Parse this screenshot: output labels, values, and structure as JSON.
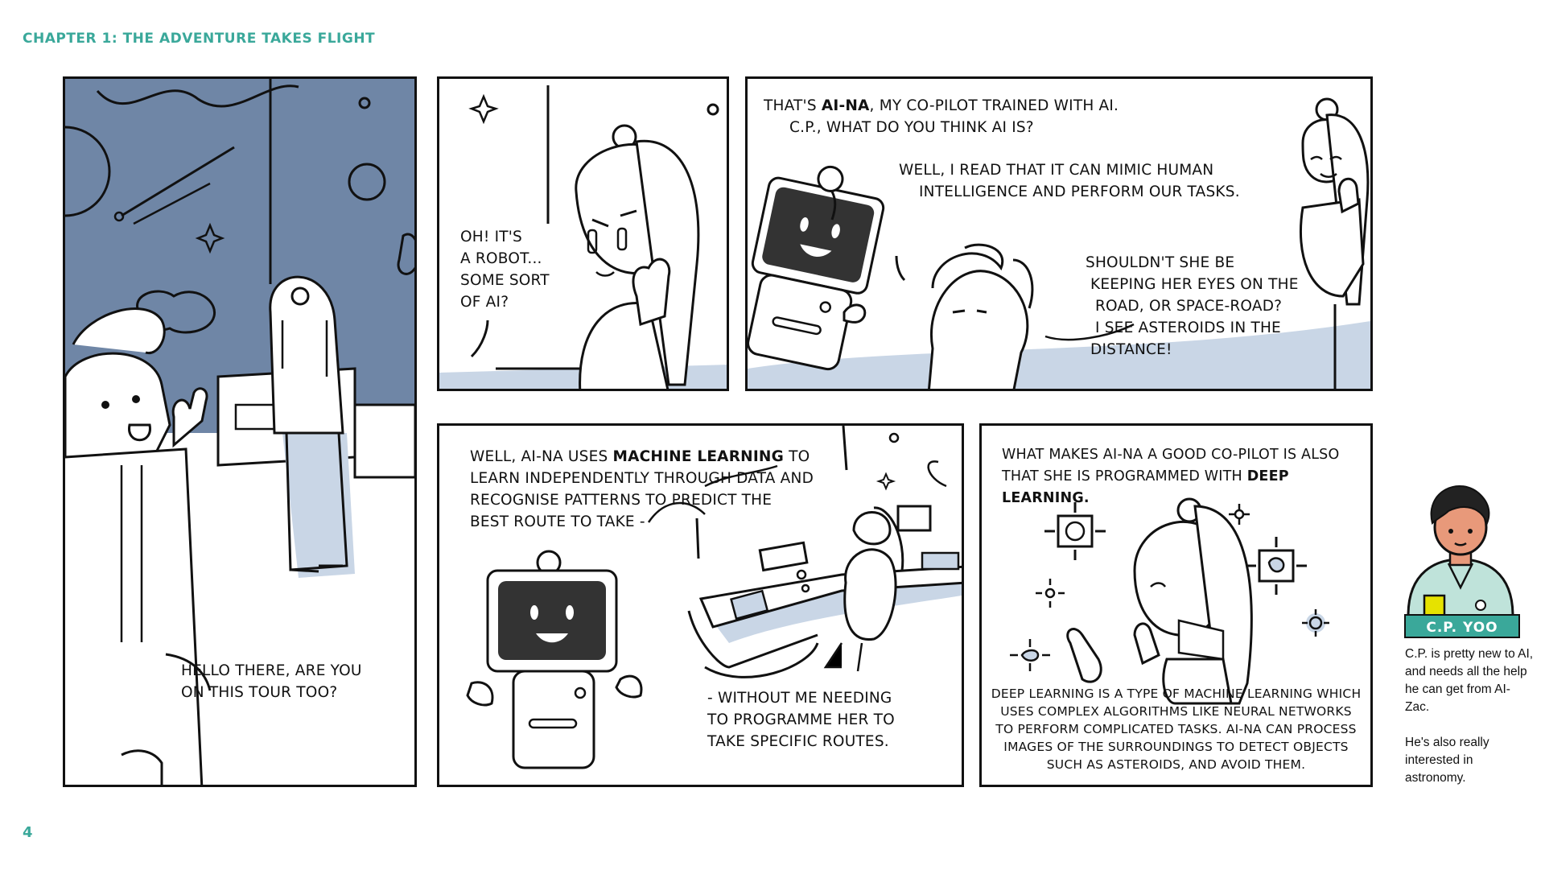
{
  "header": {
    "chapter_title": "CHAPTER 1: THE ADVENTURE TAKES FLIGHT"
  },
  "footer": {
    "page_number": "4"
  },
  "panels": {
    "p1": {
      "caption_line1": "HELLO THERE, ARE YOU",
      "caption_line2": "ON THIS TOUR TOO?"
    },
    "p2": {
      "l1": "OH! IT'S",
      "l2": "A ROBOT...",
      "l3": "SOME SORT",
      "l4": "OF AI?"
    },
    "p3": {
      "a1_pre": "THAT'S ",
      "a1_bold": "AI-NA",
      "a1_post": ", MY CO-PILOT TRAINED WITH AI.",
      "a2": "C.P., WHAT DO YOU THINK AI IS?",
      "b1": "WELL, I READ THAT IT CAN MIMIC HUMAN",
      "b2": "INTELLIGENCE AND PERFORM OUR TASKS.",
      "c1": "SHOULDN'T SHE BE",
      "c2": "KEEPING HER EYES ON THE",
      "c3": "ROAD, OR SPACE-ROAD?",
      "c4": "I SEE ASTEROIDS IN THE",
      "c5": "DISTANCE!"
    },
    "p4": {
      "l1_pre": "WELL, AI-NA USES ",
      "l1_bold": "MACHINE LEARNING",
      "l1_post": " TO",
      "l2": "LEARN INDEPENDENTLY THROUGH DATA AND",
      "l3": "RECOGNISE PATTERNS TO PREDICT THE",
      "l4": "BEST ROUTE TO TAKE -",
      "m1": "- WITHOUT ME NEEDING",
      "m2": "TO PROGRAMME HER TO",
      "m3": "TAKE SPECIFIC ROUTES."
    },
    "p5": {
      "t1": "WHAT MAKES AI-NA A GOOD CO-PILOT IS ALSO",
      "t2_pre": "THAT SHE IS PROGRAMMED WITH ",
      "t2_bold": "DEEP LEARNING.",
      "n1": "DEEP LEARNING IS A TYPE OF MACHINE LEARNING WHICH",
      "n2": "USES COMPLEX ALGORITHMS LIKE NEURAL NETWORKS",
      "n3": "TO PERFORM COMPLICATED TASKS. AI-NA CAN PROCESS",
      "n4": "IMAGES OF THE SURROUNDINGS TO DETECT OBJECTS",
      "n5": "SUCH AS ASTEROIDS, AND AVOID THEM."
    }
  },
  "character": {
    "name": "C.P. YOO",
    "desc1": "C.P. is pretty new to AI, and needs all the help he can get from AI-Zac.",
    "desc2": "He's also really interested in astronomy."
  },
  "colors": {
    "accent": "#3aa89a",
    "space": "#6f86a6",
    "pale_blue": "#c9d6e6",
    "ink": "#111111"
  }
}
